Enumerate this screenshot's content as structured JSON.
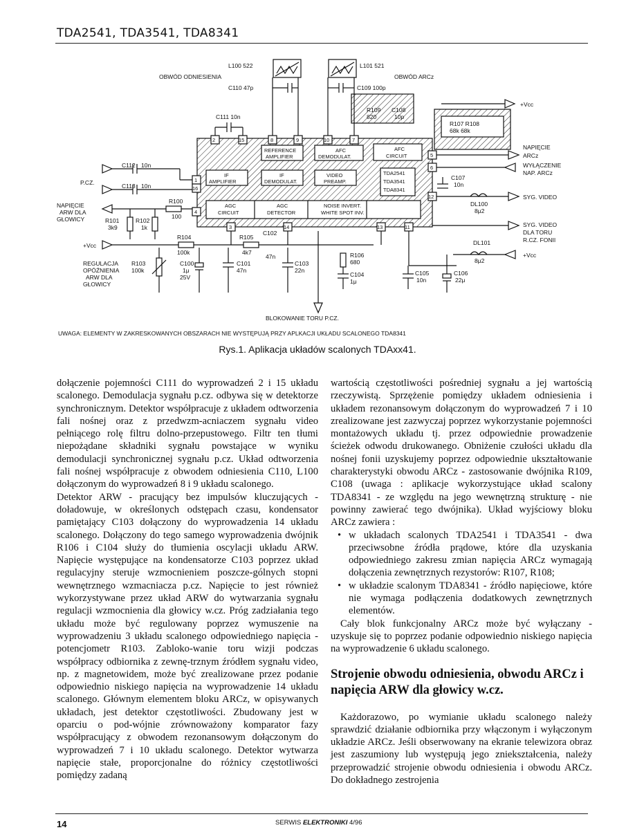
{
  "header": {
    "title": "TDA2541, TDA3541, TDA8341"
  },
  "figure": {
    "labels": {
      "l100": "L100  522",
      "ref_circuit": "OBWÓD  ODNIESIENIA",
      "c110": "C110  47p",
      "l101": "L101  521",
      "arc_circuit": "OBWÓD   ARCz",
      "c109": "C109 100p",
      "r109": "R109",
      "r109v": "820",
      "c108": "C108",
      "c108v": "10p",
      "r107": "R107  R108",
      "r107v": "68k     68k",
      "c111": "C111  10n",
      "vcc_top": "+Vcc",
      "napiecie_arcz": "NAPIĘCIE",
      "arcz": "ARCz",
      "wylaczenie": "WYŁĄCZENIE",
      "nap_arcz": "NAP. ARCz",
      "ref_amp1": "REFERENCE",
      "ref_amp2": "AMPLIFIER",
      "afc_dem1": "AFC",
      "afc_dem2": "DEMODULAT.",
      "afc_c1": "AFC",
      "afc_c2": "CIRCUIT",
      "if_amp1": "IF",
      "if_amp2": "AMPLIFIER",
      "if_dem1": "IF",
      "if_dem2": "DEMODULAT.",
      "vid_pre1": "VIDEO",
      "vid_pre2": "PREAMP.",
      "ic1": "TDA2541",
      "ic2": "TDA3541",
      "ic3": "TDA8341",
      "agc_c1": "AGC",
      "agc_c2": "CIRCUIT",
      "agc_d1": "AGC",
      "agc_d2": "DETECTOR",
      "noise1": "NOISE   INVERT.",
      "noise2": "WHITE    SPOT     INV.",
      "c112": "C112",
      "c112v": "10n",
      "c113": "C113",
      "c113v": "10n",
      "pcz": "P.CZ.",
      "nap_arw1": "NAPIĘCIE",
      "nap_arw2": "ARW  DLA",
      "nap_arw3": "GŁOWICY",
      "r100": "R100",
      "r100v": "100",
      "r101": "R101",
      "r101v": "3k9",
      "r102": "R102",
      "r102v": "1k",
      "vcc_left": "+Vcc",
      "r104": "R104",
      "r104v": "100k",
      "r105": "R105",
      "r105v": "4k7",
      "c102": "C102",
      "c102v": "47n",
      "reg1": "REGULACJA",
      "reg2": "OPÓŹNIENIA",
      "reg3": "ARW  DLA",
      "reg4": "GŁOWICY",
      "r103": "R103",
      "r103v": "100k",
      "c100": "C100",
      "c100v1": "1μ",
      "c100v2": "25V",
      "c101": "C101",
      "c101v": "47n",
      "c103": "C103",
      "c103v": "22n",
      "r106": "R106",
      "r106v": "680",
      "c104": "C104",
      "c104v": "1μ",
      "c107": "C107",
      "c107v": "10n",
      "dl100": "DL100",
      "dl100v": "8μ2",
      "syg_video": "SYG. VIDEO",
      "syg_video2": "SYG. VIDEO",
      "dla_toru": "DLA TORU",
      "rcz_fonii": "R.CZ. FONII",
      "dl101": "DL101",
      "dl101v": "8μ2",
      "vcc_right": "+Vcc",
      "c105": "C105",
      "c105v": "10n",
      "c106": "C106",
      "c106v": "22μ",
      "blok": "BLOKOWANIE  TORU  P.CZ.",
      "uwaga": "UWAGA:  ELEMENTY W  ZAKRESKOWANYCH  OBSZARACH  NIE  WYSTĘPUJĄ  PRZY  APLKACJI  UKŁADU   SCALONEGO  TDA8341",
      "pins": [
        "2",
        "15",
        "8",
        "9",
        "10",
        "7",
        "5",
        "6",
        "1",
        "16",
        "12",
        "4",
        "3",
        "14",
        "13",
        "11"
      ]
    },
    "caption": "Rys.1. Aplikacja układów scalonych TDAxx41."
  },
  "body": {
    "left": {
      "p1": "dołączenie pojemności C111 do wyprowadzeń 2 i 15 układu scalonego. Demodulacja sygnału p.cz. odbywa się w detektorze synchronicznym. Detektor współpracuje z układem odtworzenia fali nośnej oraz z przedwzm-acniaczem sygnału video pełniącego rolę filtru dolno-przepustowego. Filtr ten tłumi niepożądane składniki sygnału powstające w wyniku demodulacji synchronicznej sygnału p.cz. Układ odtworzenia fali nośnej współpracuje z obwodem odniesienia C110, L100 dołączonym do wyprowadzeń 8 i 9 układu scalonego.",
      "p2": "Detektor ARW - pracujący bez impulsów kluczujących - doładowuje, w określonych odstępach czasu, kondensator pamiętający C103 dołączony do wyprowadzenia 14 układu scalonego. Dołączony do tego samego wyprowadzenia dwójnik R106 i C104 służy do tłumienia oscylacji układu ARW. Napięcie występujące na kondensatorze C103 poprzez układ regulacyjny steruje wzmocnieniem poszcze-gólnych stopni wewnętrznego wzmacniacza p.cz. Napięcie to jest również wykorzystywane przez układ ARW do wytwarzania sygnału regulacji wzmocnienia dla głowicy w.cz. Próg zadziałania tego układu może być regulowany poprzez wymuszenie na wyprowadzeniu 3 układu scalonego odpowiedniego napięcia - potencjometr R103. Zabloko-wanie toru wizji podczas współpracy odbiornika z zewnę-trznym źródłem sygnału video, np. z magnetowidem, może być zrealizowane przez podanie odpowiednio niskiego napięcia na wyprowadzenie 14 układu scalonego. Głównym elementem bloku ARCz, w opisywanych układach, jest detektor częstotliwości. Zbudowany jest w oparciu o pod-wójnie zrównoważony komparator fazy współpracujący z obwodem rezonansowym dołączonym do wyprowadzeń 7 i 10 układu scalonego. Detektor wytwarza napięcie stałe, proporcjonalne do różnicy częstotliwości pomiędzy zadaną"
    },
    "right": {
      "p1": "wartością częstotliwości pośredniej sygnału a jej wartością rzeczywistą. Sprzężenie pomiędzy układem odniesienia i układem rezonansowym dołączonym do wyprowadzeń 7 i 10 zrealizowane jest zazwyczaj poprzez wykorzystanie pojemności montażowych układu tj. przez odpowiednie prowadzenie ścieżek odwodu drukowanego. Obniżenie czułości układu dla nośnej fonii uzyskujemy poprzez odpowiednie ukształtowanie charakterystyki obwodu ARCz - zastosowanie dwójnika R109, C108 (uwaga : aplikacje wykorzystujące układ scalony TDA8341 - ze względu na jego wewnętrzną strukturę - nie powinny zawierać tego dwójnika). Układ wyjściowy bloku ARCz zawiera :",
      "b1": "w układach scalonych TDA2541 i TDA3541 - dwa przeciwsobne źródła prądowe, które dla uzyskania odpowiedniego zakresu zmian napięcia ARCz wymagają dołączenia zewnętrznych rezystorów: R107, R108;",
      "b2": "w układzie scalonym TDA8341 - źródło napięciowe, które nie wymaga podłączenia dodatkowych zewnętrznych elementów.",
      "p2": "Cały blok funkcjonalny ARCz może być wyłączany - uzyskuje się to poprzez podanie odpowiednio niskiego napięcia na wyprowadzenie 6 układu scalonego.",
      "section_title": "Strojenie obwodu odniesienia, obwodu ARCz i napięcia ARW dla głowicy w.cz.",
      "p3": "Każdorazowo, po wymianie układu scalonego należy sprawdzić działanie odbiornika przy włączonym i wyłączonym układzie ARCz. Jeśli obserwowany na ekranie telewizora obraz jest zaszumiony lub występują jego zniekształcenia, należy przeprowadzić strojenie obwodu odniesienia i obwodu ARCz. Do dokładnego zestrojenia"
    }
  },
  "footer": {
    "page": "14",
    "magazine_prefix": "SERWIS ",
    "magazine_name": "ELEKTRONIKI",
    "issue": "4/96"
  }
}
